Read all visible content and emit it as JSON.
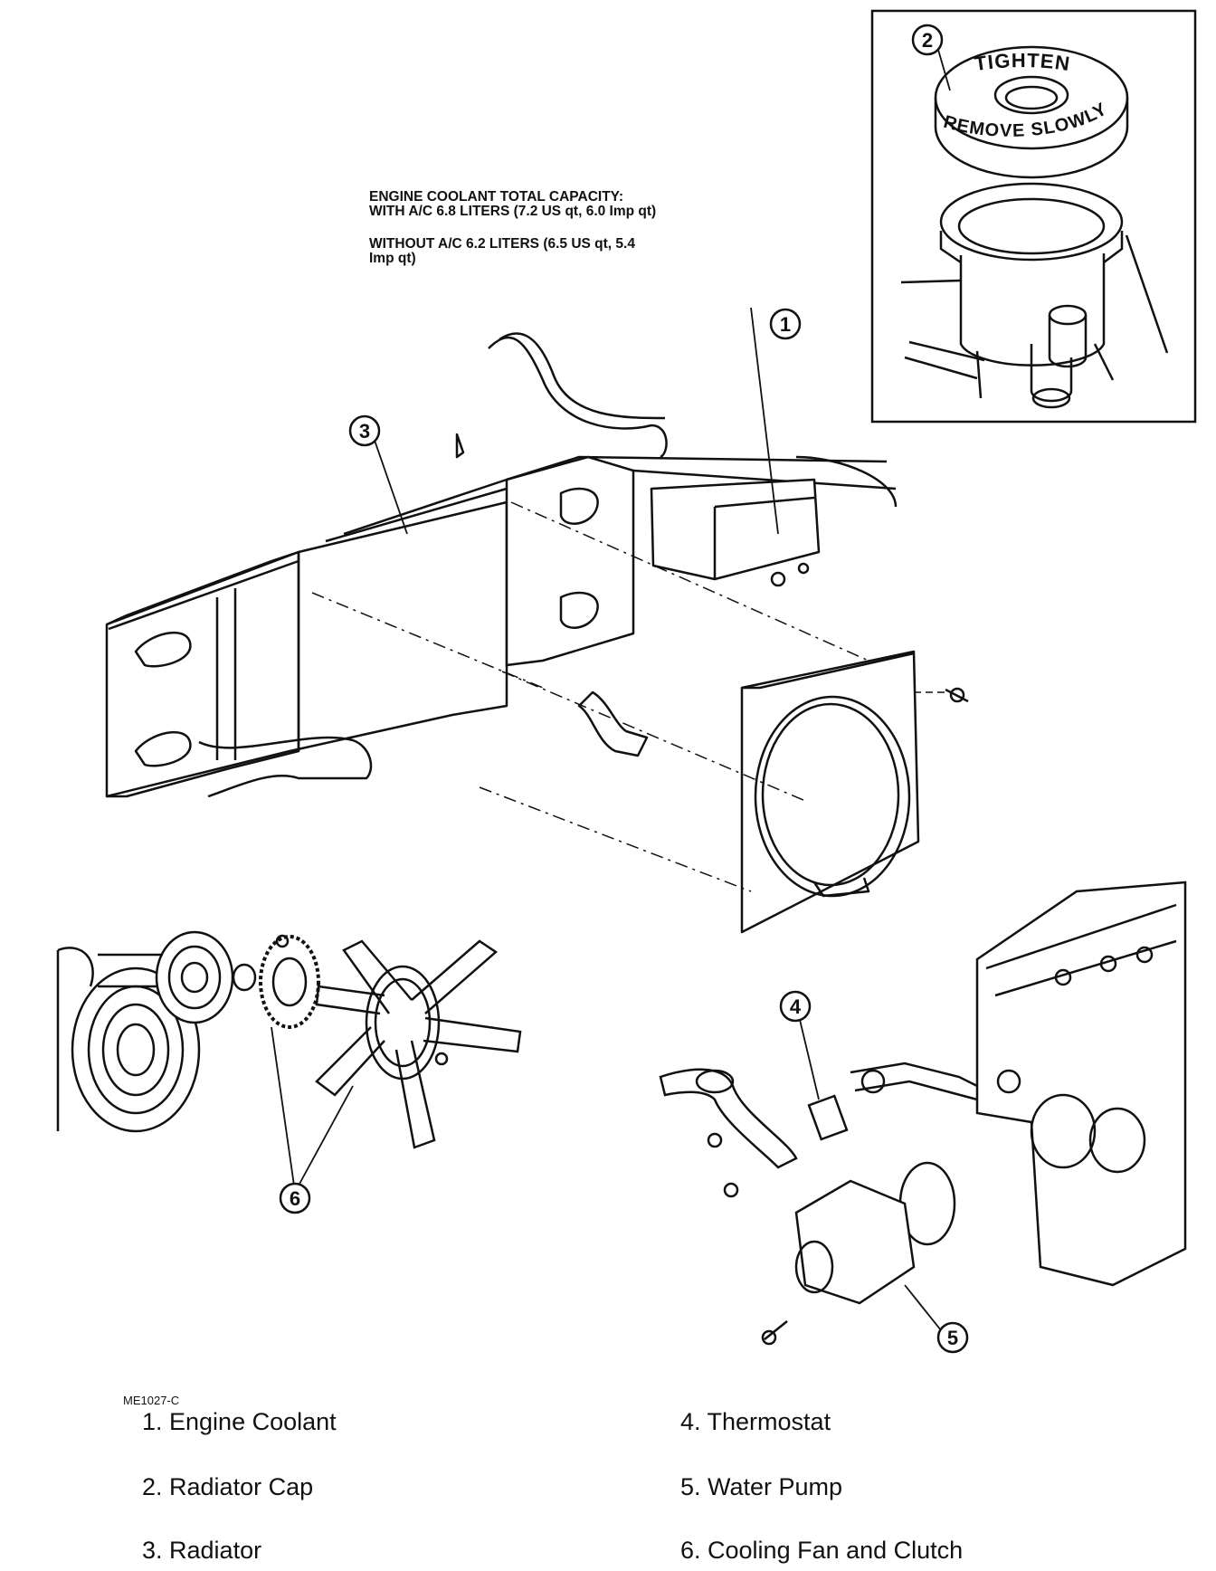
{
  "capacity": {
    "title": "ENGINE COOLANT TOTAL CAPACITY:",
    "with_ac": "WITH A/C 6.8 LITERS (7.2 US qt, 6.0 Imp qt)",
    "without_ac_line1": "WITHOUT A/C 6.2 LITERS (6.5 US qt, 5.4",
    "without_ac_line2": "Imp qt)"
  },
  "cap_inset": {
    "top_text": "TIGHTEN",
    "bottom_text": "REMOVE SLOWLY"
  },
  "callouts": [
    "1",
    "2",
    "3",
    "4",
    "5",
    "6"
  ],
  "figure_id": "ME1027-C",
  "legend": [
    "1. Engine Coolant",
    "2. Radiator Cap",
    "3. Radiator",
    "4. Thermostat",
    "5. Water Pump",
    "6. Cooling Fan and Clutch"
  ]
}
